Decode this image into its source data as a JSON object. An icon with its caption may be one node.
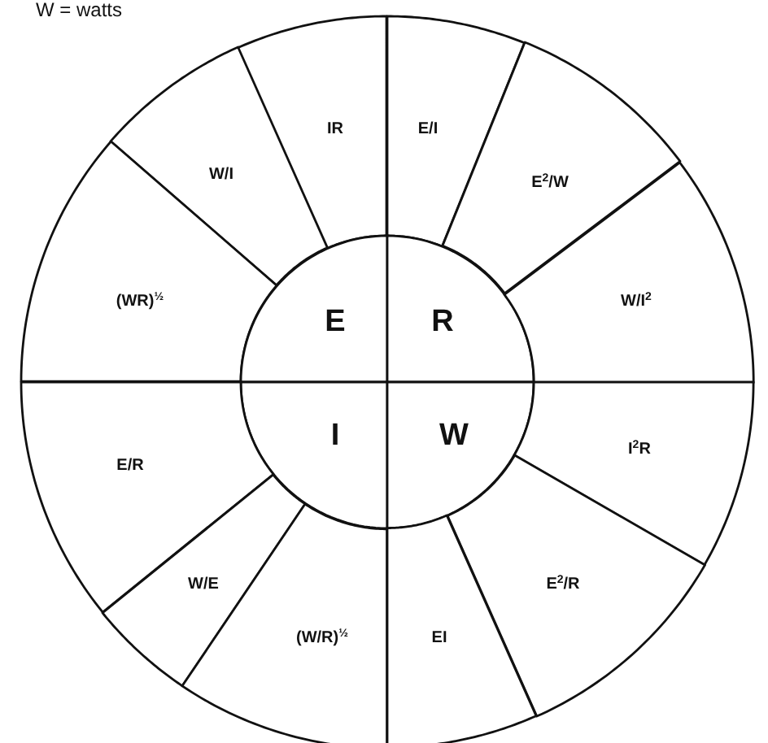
{
  "diagram": {
    "nodes": [
      {
        "text": [
          "IR"
        ]
      },
      {
        "text": [
          "E/I"
        ]
      },
      {
        "text": [
          "W/I"
        ]
      },
      {
        "text": [
          "E$^{2}$/W"
        ]
      },
      {
        "text": [
          "(WR)$^{½}$"
        ]
      },
      {
        "text": [
          "E"
        ]
      },
      {
        "text": [
          "R"
        ]
      },
      {
        "text": [
          "W/I$^{2}$"
        ]
      },
      {
        "text": [
          "I"
        ]
      },
      {
        "text": [
          "W"
        ]
      },
      {
        "text": [
          "I$^{2}$R"
        ]
      },
      {
        "text": [
          "E/R"
        ]
      },
      {
        "text": [
          "W/E"
        ]
      },
      {
        "text": [
          "E$^{2}$/R"
        ]
      },
      {
        "text": [
          "(W/R)$^{½}$"
        ]
      },
      {
        "text": [
          "EI"
        ]
      }
    ],
    "labels": [
      "W = watts"
    ]
  }
}
